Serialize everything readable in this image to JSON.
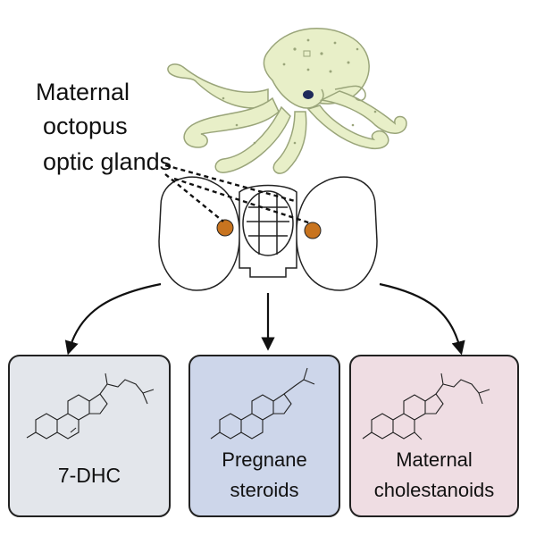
{
  "header": {
    "label_lines": [
      "Maternal",
      "octopus",
      "optic glands"
    ]
  },
  "colors": {
    "octopus_fill": "#e8efc8",
    "octopus_stroke": "#9aa57a",
    "gland_fill": "#c8741f",
    "box1_fill": "#e3e6eb",
    "box2_fill": "#cdd6ea",
    "box3_fill": "#efdde3",
    "box_stroke": "#222222"
  },
  "products": [
    {
      "lines": [
        "7-DHC"
      ]
    },
    {
      "lines": [
        "Pregnane",
        "steroids"
      ]
    },
    {
      "lines": [
        "Maternal",
        "cholestanoids"
      ]
    }
  ]
}
